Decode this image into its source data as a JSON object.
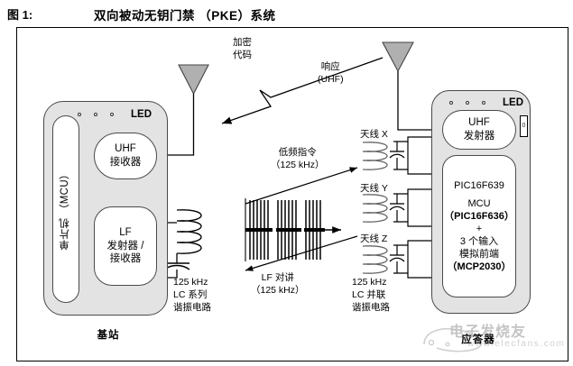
{
  "figure": {
    "label": "图 1:",
    "title": "双向被动无钥门禁 （PKE）系统"
  },
  "base_station": {
    "caption": "基站",
    "led_label": "LED",
    "led_count": 3,
    "mcu_label": "单片机 （MCU）",
    "uhf_receiver": {
      "line1": "UHF",
      "line2": "接收器"
    },
    "lf_transceiver": {
      "line1": "LF",
      "line2": "发射器 /",
      "line3": "接收器"
    },
    "lc_circuit_note": "125 kHz\nLC 系列\n谐振电路",
    "lc_circuit_lines": [
      "125 kHz",
      "LC 系列",
      "谐振电路"
    ]
  },
  "transponder": {
    "caption": "应答器",
    "led_label": "LED",
    "led_count": 3,
    "button_label": "0",
    "uhf_transmitter": {
      "line1": "UHF",
      "line2": "发射器"
    },
    "pic_block": {
      "part": "PIC16F639",
      "mcu": "MCU",
      "mcu_part": "（PIC16F636）",
      "plus": "+",
      "inputs": "3 个输入",
      "frontend": "模拟前端",
      "frontend_part": "（MCP2030）"
    },
    "antennas": [
      {
        "label": "天线 X"
      },
      {
        "label": "天线 Y"
      },
      {
        "label": "天线 Z"
      }
    ],
    "lc_circuit_lines": [
      "125 kHz",
      "LC 并联",
      "谐振电路"
    ]
  },
  "signals": {
    "encrypted_code": {
      "line1": "加密",
      "line2": "代码"
    },
    "response_uhf": {
      "line1": "响应",
      "line2": "(UHF)"
    },
    "lf_command": {
      "line1": "低频指令",
      "line2": "（125 kHz）"
    },
    "lf_talkback": {
      "line1": "LF 对讲",
      "line2": "（125 kHz）"
    }
  },
  "watermark": {
    "text": "电子发烧友",
    "url": "www.elecfans.com"
  },
  "colors": {
    "device_fill": "#e3e3e3",
    "inner_fill": "#ffffff",
    "stroke": "#4a4a4a",
    "antenna_fill": "#b0b0b0",
    "line": "#000000"
  }
}
